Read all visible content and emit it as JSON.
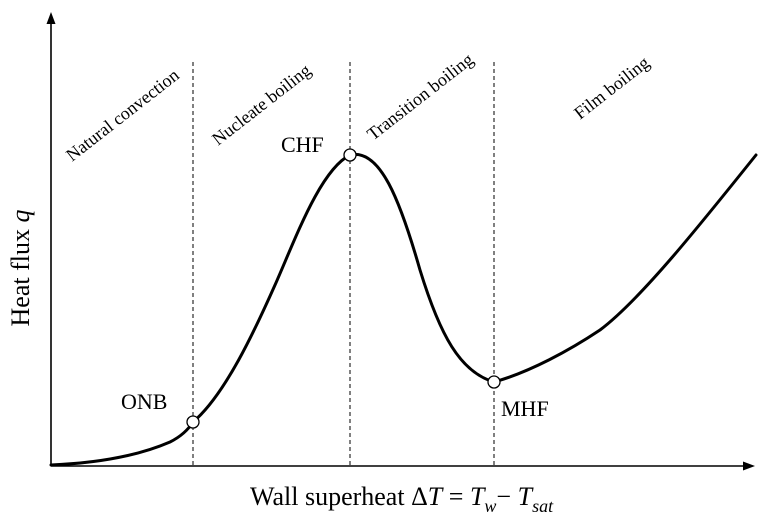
{
  "diagram": {
    "x_axis_title": {
      "prefix": "Wall superheat Δ",
      "t1": "T",
      "eq": " = ",
      "t2": "T",
      "sub_w": "w",
      "minus": "− ",
      "t3": "T",
      "sub_sat": "sat"
    },
    "y_axis_title": {
      "prefix": "Heat flux ",
      "symbol": "q"
    },
    "regions": [
      "Natural convection",
      "Nucleate boiling",
      "Transition boiling",
      "Film boiling"
    ],
    "points": {
      "onb": "ONB",
      "chf": "CHF",
      "mhf": "MHF"
    }
  }
}
